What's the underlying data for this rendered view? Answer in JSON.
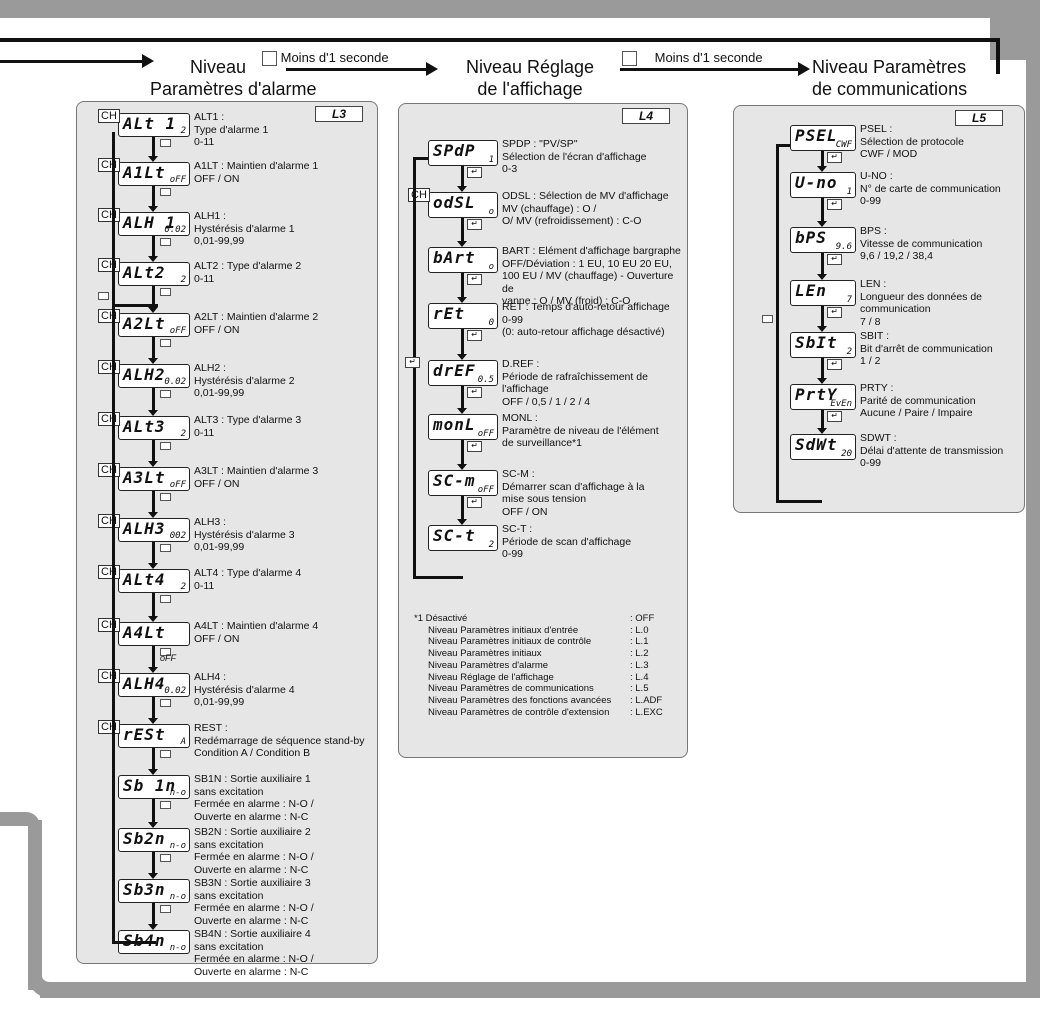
{
  "header": {
    "level_alarm": {
      "line1": "Niveau",
      "line2": "Paramètres d'alarme"
    },
    "level_display": {
      "line1": "Niveau Réglage",
      "line2": "de l'affichage"
    },
    "level_comm": {
      "line1": "Niveau Paramètres",
      "line2": "de communications"
    },
    "transition_1": "Moins d'1 seconde",
    "transition_2": "Moins d'1 seconde"
  },
  "panels": {
    "alarm": {
      "code": "L3",
      "items": [
        {
          "mnemo": "ALt 1",
          "sub": "2",
          "ch": true,
          "lines": [
            "ALT1 :",
            "Type d'alarme 1",
            "0-11"
          ]
        },
        {
          "mnemo": "A1Lt",
          "sub": "oFF",
          "ch": true,
          "lines": [
            "A1LT : Maintien d'alarme 1",
            "OFF / ON"
          ]
        },
        {
          "mnemo": "ALH 1",
          "sub": "0.02",
          "ch": true,
          "lines": [
            "ALH1 :",
            "Hystérésis d'alarme 1",
            "0,01-99,99"
          ]
        },
        {
          "mnemo": "ALt2",
          "sub": "2",
          "ch": true,
          "lines": [
            "ALT2 : Type d'alarme 2",
            "0-11"
          ]
        },
        {
          "mnemo": "A2Lt",
          "sub": "oFF",
          "ch": true,
          "lines": [
            "A2LT : Maintien d'alarme 2",
            "OFF / ON"
          ]
        },
        {
          "mnemo": "ALH2",
          "sub": "0.02",
          "ch": true,
          "lines": [
            "ALH2 :",
            "Hystérésis d'alarme 2",
            "0,01-99,99"
          ]
        },
        {
          "mnemo": "ALt3",
          "sub": "2",
          "ch": true,
          "lines": [
            "ALT3 : Type d'alarme 3",
            "0-11"
          ]
        },
        {
          "mnemo": "A3Lt",
          "sub": "oFF",
          "ch": true,
          "lines": [
            "A3LT : Maintien d'alarme 3",
            "OFF / ON"
          ]
        },
        {
          "mnemo": "ALH3",
          "sub": "002",
          "ch": true,
          "lines": [
            "ALH3 :",
            "Hystérésis d'alarme 3",
            "0,01-99,99"
          ]
        },
        {
          "mnemo": "ALt4",
          "sub": "2",
          "ch": true,
          "lines": [
            "ALT4 : Type d'alarme 4",
            "0-11"
          ]
        },
        {
          "mnemo": "A4Lt",
          "sub": "",
          "ch": true,
          "lines": [
            "A4LT : Maintien d'alarme 4",
            "OFF / ON"
          ]
        },
        {
          "mnemo": "ALH4",
          "sub": "0.02",
          "ch": true,
          "lines": [
            "ALH4 :",
            "Hystérésis d'alarme 4",
            "0,01-99,99"
          ]
        },
        {
          "mnemo": "rESt",
          "sub": "A",
          "ch": true,
          "lines": [
            "REST :",
            "Redémarrage de séquence stand-by",
            "Condition A / Condition B"
          ]
        },
        {
          "mnemo": "Sb 1n",
          "sub": "n-o",
          "ch": false,
          "lines": [
            "SB1N : Sortie auxiliaire 1",
            "sans excitation",
            "Fermée en alarme : N-O /",
            "Ouverte en alarme : N-C"
          ]
        },
        {
          "mnemo": "Sb2n",
          "sub": "n-o",
          "ch": false,
          "lines": [
            "SB2N : Sortie auxiliaire 2",
            "sans excitation",
            "Fermée en alarme : N-O /",
            "Ouverte en alarme : N-C"
          ]
        },
        {
          "mnemo": "Sb3n",
          "sub": "n-o",
          "ch": false,
          "lines": [
            "SB3N : Sortie auxiliaire 3",
            "sans excitation",
            "Fermée en alarme : N-O /",
            "Ouverte en alarme : N-C"
          ]
        },
        {
          "mnemo": "Sb4n",
          "sub": "n-o",
          "ch": false,
          "lines": [
            "SB4N : Sortie auxiliaire 4",
            "sans excitation",
            "Fermée en alarme : N-O /",
            "Ouverte en alarme : N-C"
          ]
        }
      ],
      "between_label": "oFF"
    },
    "display": {
      "code": "L4",
      "items": [
        {
          "mnemo": "SPdP",
          "sub": "1",
          "ch": false,
          "lines": [
            "SPDP : \"PV/SP\"",
            "Sélection de l'écran d'affichage",
            "0-3"
          ]
        },
        {
          "mnemo": "odSL",
          "sub": "o",
          "ch": true,
          "lines": [
            "ODSL : Sélection de MV d'affichage",
            "MV (chauffage) : O /",
            "O/ MV (refroidissement) : C-O"
          ]
        },
        {
          "mnemo": "bArt",
          "sub": "o",
          "ch": false,
          "lines": [
            "BART : Elément d'affichage bargraphe",
            "OFF/Déviation : 1 EU, 10 EU 20 EU,",
            "100 EU / MV (chauffage) - Ouverture de",
            "vanne : O / MV (froid) : C-O"
          ]
        },
        {
          "mnemo": "rEt",
          "sub": "0",
          "ch": false,
          "lines": [
            "RET : Temps d'auto-retour affichage",
            "0-99",
            "(0: auto-retour affichage désactivé)"
          ]
        },
        {
          "mnemo": "drEF",
          "sub": "0.5",
          "ch": false,
          "lines": [
            "D.REF :",
            "Période de rafraîchissement de",
            "l'affichage",
            "OFF / 0,5 / 1 / 2 / 4"
          ]
        },
        {
          "mnemo": "monL",
          "sub": "oFF",
          "ch": false,
          "lines": [
            "MONL :",
            "Paramètre de niveau de l'élément",
            "de surveillance*1"
          ]
        },
        {
          "mnemo": "SC-m",
          "sub": "oFF",
          "ch": false,
          "lines": [
            "SC-M :",
            "Démarrer scan d'affichage à la",
            "mise sous tension",
            "OFF / ON"
          ]
        },
        {
          "mnemo": "SC-t",
          "sub": "2",
          "ch": false,
          "lines": [
            "SC-T :",
            "Période de scan d'affichage",
            "0-99"
          ]
        }
      ],
      "footnote": [
        [
          "*1 Désactivé",
          ": OFF"
        ],
        [
          "Niveau Paramètres initiaux d'entrée",
          ": L.0"
        ],
        [
          "Niveau Paramètres initiaux de contrôle",
          ": L.1"
        ],
        [
          "Niveau Paramètres initiaux",
          ": L.2"
        ],
        [
          "Niveau Paramètres d'alarme",
          ": L.3"
        ],
        [
          "Niveau Réglage de l'affichage",
          ": L.4"
        ],
        [
          "Niveau Paramètres de communications",
          ": L.5"
        ],
        [
          "Niveau Paramètres des fonctions avancées",
          ": L.ADF"
        ],
        [
          "Niveau Paramètres de contrôle d'extension",
          ": L.EXC"
        ]
      ]
    },
    "comm": {
      "code": "L5",
      "items": [
        {
          "mnemo": "PSEL",
          "sub": "CWF",
          "lines": [
            "PSEL :",
            "Sélection de protocole",
            "CWF / MOD"
          ]
        },
        {
          "mnemo": "U-no",
          "sub": "1",
          "lines": [
            "U-NO :",
            "N° de carte de communication",
            "0-99"
          ]
        },
        {
          "mnemo": "bPS",
          "sub": "9.6",
          "lines": [
            "BPS :",
            "Vitesse de communication",
            "9,6 / 19,2 / 38,4"
          ]
        },
        {
          "mnemo": "LEn",
          "sub": "7",
          "lines": [
            "LEN :",
            "Longueur des données de",
            "communication",
            "7 / 8"
          ]
        },
        {
          "mnemo": "SbIt",
          "sub": "2",
          "lines": [
            "SBIT :",
            "Bit d'arrêt de communication",
            "1 / 2"
          ]
        },
        {
          "mnemo": "PrtY",
          "sub": "EvEn",
          "lines": [
            "PRTY :",
            "Parité de communication",
            "Aucune / Paire / Impaire"
          ]
        },
        {
          "mnemo": "SdWt",
          "sub": "20",
          "lines": [
            "SDWT :",
            "Délai d'attente de transmission",
            "0-99"
          ]
        }
      ]
    }
  },
  "labels": {
    "ch": "CH"
  }
}
